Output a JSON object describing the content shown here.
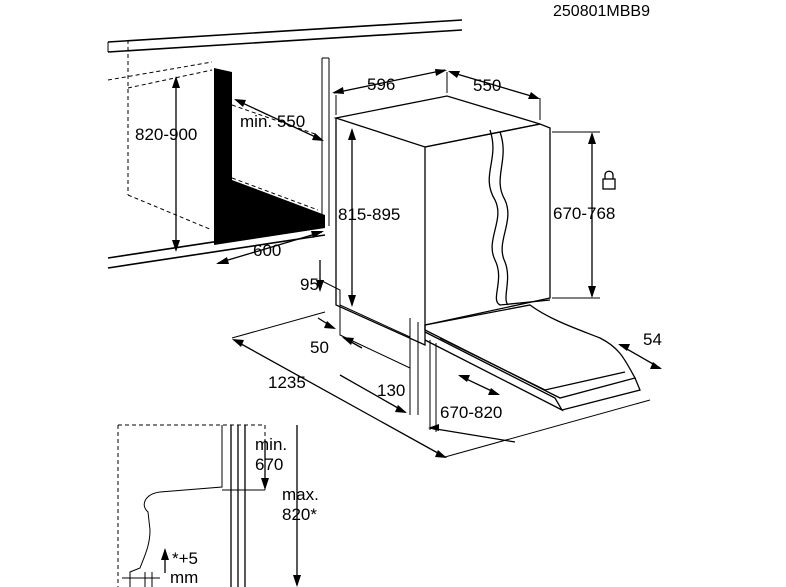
{
  "diagram_code": "250801MBB9",
  "dimensions": {
    "niche_height": "820-900",
    "min_depth": "min. 550",
    "niche_width": "600",
    "appliance_height": "815-895",
    "plinth_height": "95",
    "plinth_depth": "50",
    "total_door_swing": "1235",
    "plinth_offset": "130",
    "appliance_width": "596",
    "appliance_depth": "550",
    "door_panel_height": "670-768",
    "door_adjust": "670-820",
    "side_gap": "54",
    "detail_min_label": "min.",
    "detail_min_value": "670",
    "detail_max_label": "max.",
    "detail_max_value": "820*",
    "detail_foot_value": "*+5",
    "detail_foot_unit": "mm"
  },
  "icons": {
    "lock": "lock-icon"
  }
}
